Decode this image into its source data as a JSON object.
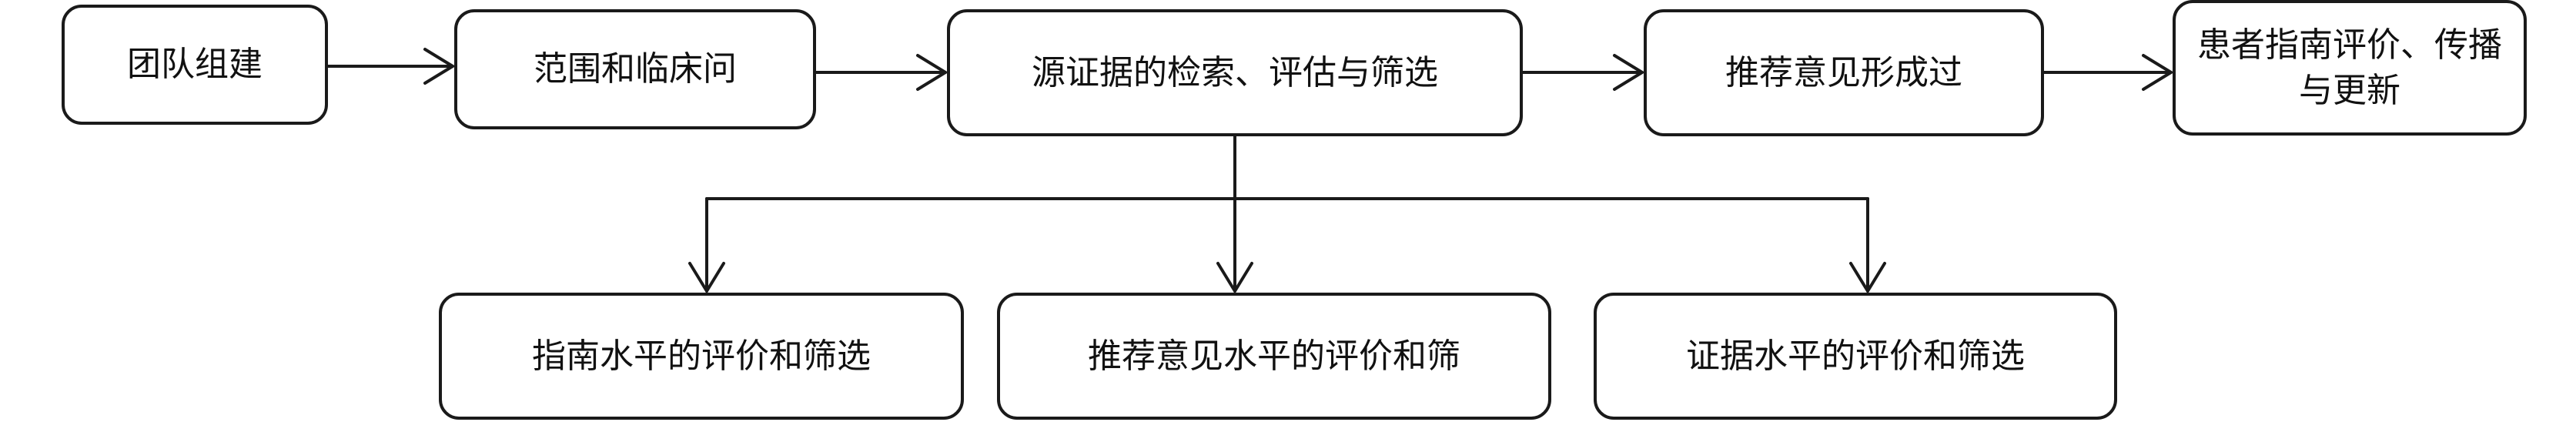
{
  "diagram": {
    "nodes": [
      {
        "id": "n1",
        "label": "团队组建"
      },
      {
        "id": "n2",
        "label": "范围和临床问"
      },
      {
        "id": "n3",
        "label": "源证据的检索、评估与筛选"
      },
      {
        "id": "n4",
        "label": "推荐意见形成过"
      },
      {
        "id": "n5",
        "label": "患者指南评价、传播与更新"
      },
      {
        "id": "n6",
        "label": "指南水平的评价和筛选"
      },
      {
        "id": "n7",
        "label": "推荐意见水平的评价和筛"
      },
      {
        "id": "n8",
        "label": "证据水平的评价和筛选"
      }
    ],
    "edges": [
      {
        "from": "n1",
        "to": "n2"
      },
      {
        "from": "n2",
        "to": "n3"
      },
      {
        "from": "n3",
        "to": "n4"
      },
      {
        "from": "n4",
        "to": "n5"
      },
      {
        "from": "n3",
        "to": "n6"
      },
      {
        "from": "n3",
        "to": "n7"
      },
      {
        "from": "n3",
        "to": "n8"
      }
    ]
  }
}
